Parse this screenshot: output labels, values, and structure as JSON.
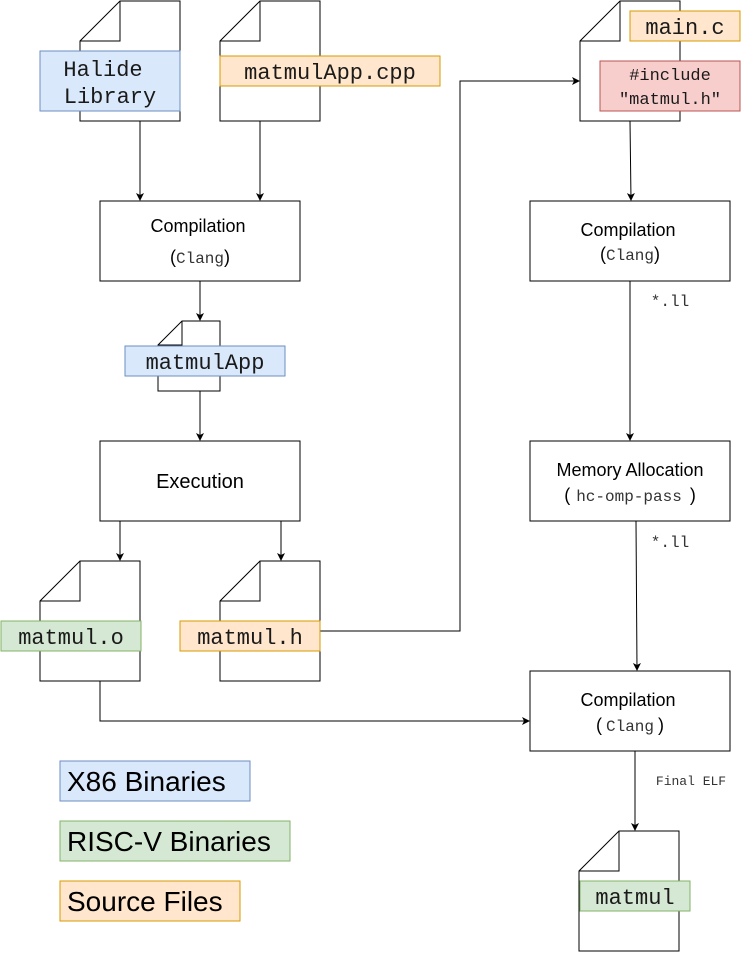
{
  "colors": {
    "x86": "#dae8fc",
    "x86_border": "#6c8ebf",
    "riscv": "#d5e8d4",
    "riscv_border": "#82b366",
    "source": "#ffe6cc",
    "source_border": "#d79b00",
    "include": "#f8cecc",
    "include_border": "#b85450"
  },
  "files": {
    "halide_line1": "Halide",
    "halide_line2": "Library",
    "matmulapp_cpp": "matmulApp.cpp",
    "matmulapp": "matmulApp",
    "matmul_o": "matmul.o",
    "matmul_h": "matmul.h",
    "main_c": "main.c",
    "include_line1": "#include",
    "include_line2": "\"matmul.h\"",
    "matmul_final": "matmul"
  },
  "steps": {
    "compile1_title": "Compilation",
    "compile1_open": "(",
    "compile1_tool": "Clang",
    "compile1_close": ")",
    "execution": "Execution",
    "compile2_title": "Compilation",
    "compile2_open": "(",
    "compile2_tool": "Clang",
    "compile2_close": ")",
    "memalloc_title": "Memory Allocation",
    "memalloc_open": "(",
    "memalloc_tool": "hc-omp-pass",
    "memalloc_close": ")",
    "compile3_title": "Compilation",
    "compile3_open": "(",
    "compile3_tool": "Clang",
    "compile3_close": ")"
  },
  "edge_labels": {
    "ll_1": "*.ll",
    "ll_2": "*.ll",
    "final_elf": "Final ELF"
  },
  "legend": {
    "x86": "X86 Binaries",
    "riscv": "RISC-V Binaries",
    "source": "Source Files"
  }
}
